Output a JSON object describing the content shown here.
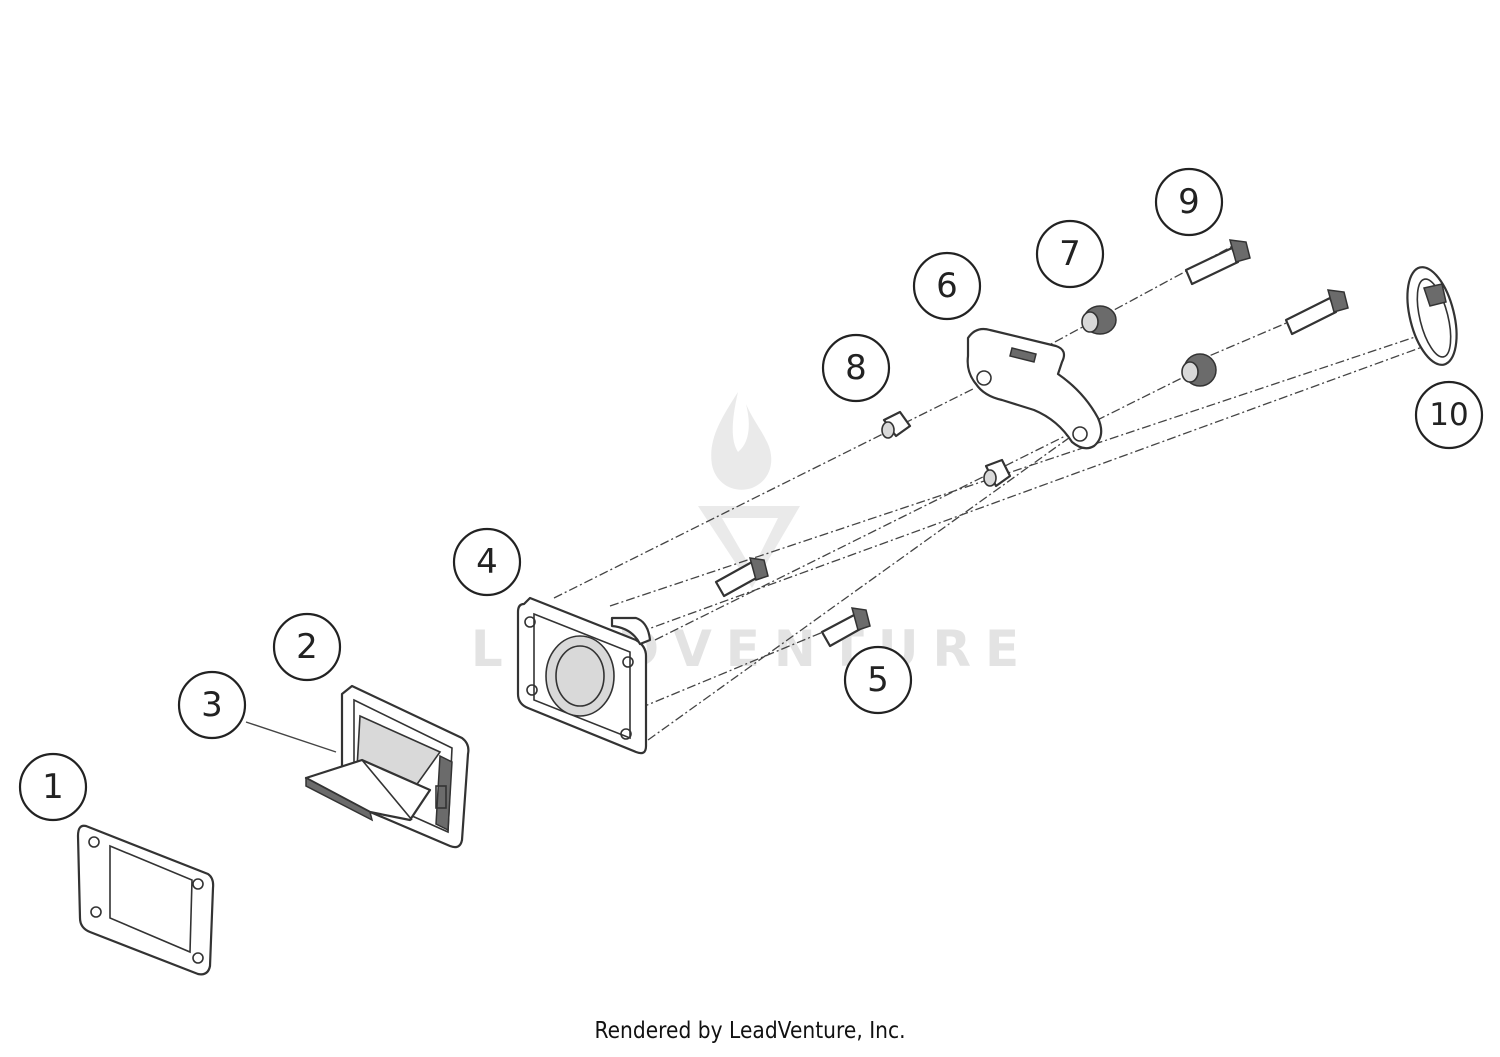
{
  "callouts": {
    "c1": "1",
    "c2": "2",
    "c3": "3",
    "c4": "4",
    "c5": "5",
    "c6": "6",
    "c7": "7",
    "c8": "8",
    "c9": "9",
    "c10": "10"
  },
  "watermark": {
    "text": "LEADVENTURE"
  },
  "footer": {
    "text": "Rendered by LeadVenture, Inc."
  }
}
